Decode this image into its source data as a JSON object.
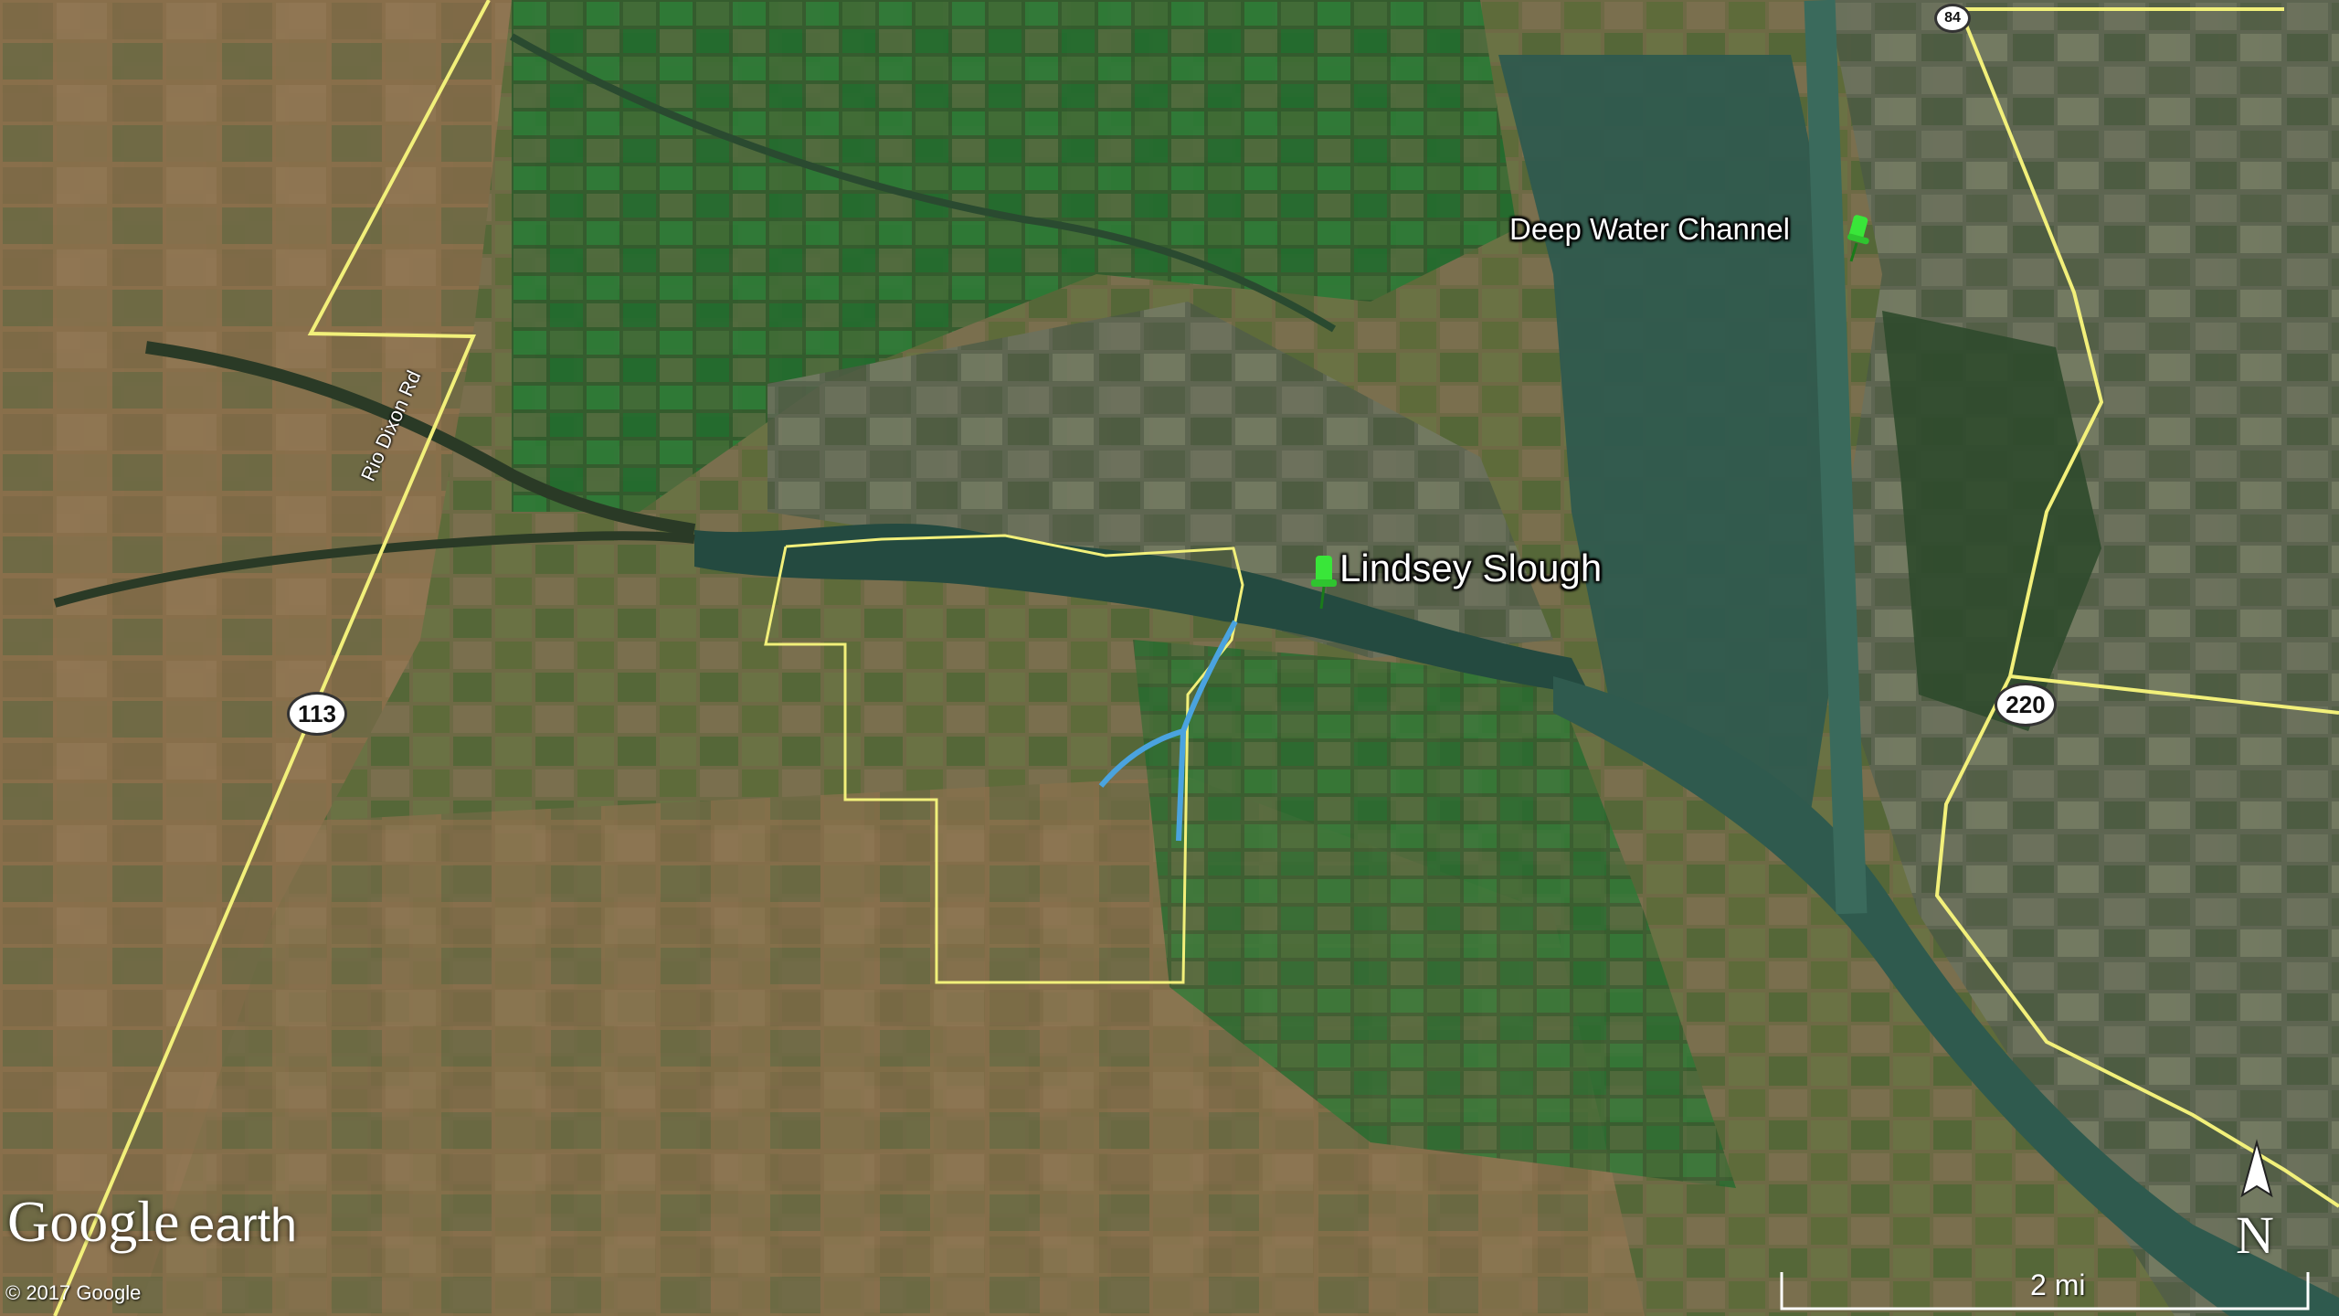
{
  "labels": {
    "lindsey_slough": "Lindsey Slough",
    "deep_water_channel": "Deep Water Channel",
    "road_name": "Rio Dixon Rd"
  },
  "route_shields": {
    "r113": "113",
    "r220": "220",
    "r84": "84"
  },
  "branding": {
    "google": "Google",
    "earth": "earth",
    "copyright": "© 2017 Google"
  },
  "scale": {
    "label": "2 mi"
  },
  "compass": {
    "north": "N"
  },
  "colors": {
    "boundary": "#f2f07a",
    "stream": "#4aa3df",
    "pin": "#39e639",
    "water": "#2f5a4e"
  },
  "icons": {
    "pin": "pushpin-icon",
    "compass": "north-arrow-icon"
  }
}
